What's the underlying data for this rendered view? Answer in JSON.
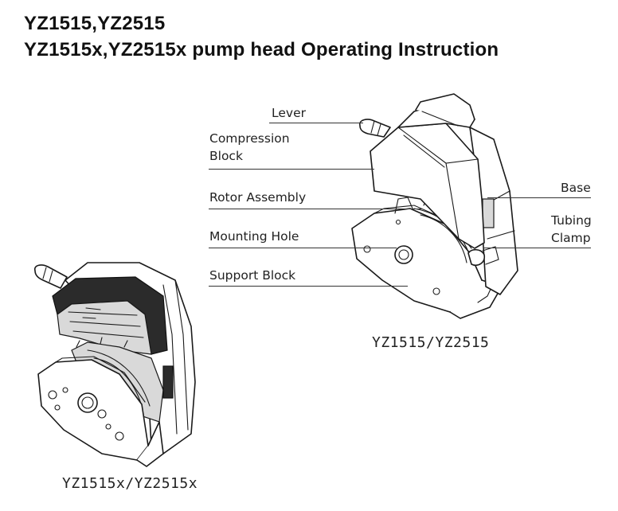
{
  "header": {
    "title_line1": "YZ1515,YZ2515",
    "title_line2": "YZ1515x,YZ2515x  pump head Operating Instruction"
  },
  "diagram_large": {
    "caption": "YZ1515/YZ2515",
    "labels": {
      "lever": "Lever",
      "compression_block_1": "Compression",
      "compression_block_2": "Block",
      "rotor_assembly": "Rotor Assembly",
      "mounting_hole": "Mounting Hole",
      "support_block": "Support Block",
      "base": "Base",
      "tubing_clamp_1": "Tubing",
      "tubing_clamp_2": "Clamp"
    }
  },
  "diagram_small": {
    "caption": "YZ1515x/YZ2515x"
  }
}
